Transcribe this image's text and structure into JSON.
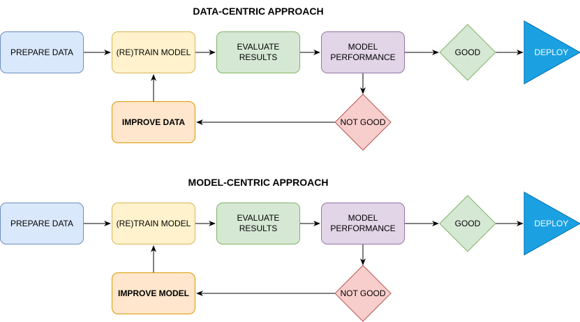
{
  "colors": {
    "prepare_fill": "#dae8fc",
    "train_fill": "#fff2cc",
    "evaluate_fill": "#d5e8d4",
    "performance_fill": "#e1d5e7",
    "improve_fill": "#ffe6cc",
    "good_fill": "#d5e8d4",
    "not_good_fill": "#f8cecc",
    "deploy_fill": "#1ba1e2"
  },
  "sections": [
    {
      "title": "DATA-CENTRIC APPROACH",
      "prepare": "PREPARE DATA",
      "train": "(RE)TRAIN MODEL",
      "evaluate": "EVALUATE RESULTS",
      "performance": "MODEL PERFORMANCE",
      "good": "GOOD",
      "deploy": "DEPLOY",
      "not_good": "NOT GOOD",
      "improve": "IMPROVE DATA"
    },
    {
      "title": "MODEL-CENTRIC APPROACH",
      "prepare": "PREPARE DATA",
      "train": "(RE)TRAIN MODEL",
      "evaluate": "EVALUATE RESULTS",
      "performance": "MODEL PERFORMANCE",
      "good": "GOOD",
      "deploy": "DEPLOY",
      "not_good": "NOT GOOD",
      "improve": "IMPROVE MODEL"
    }
  ]
}
